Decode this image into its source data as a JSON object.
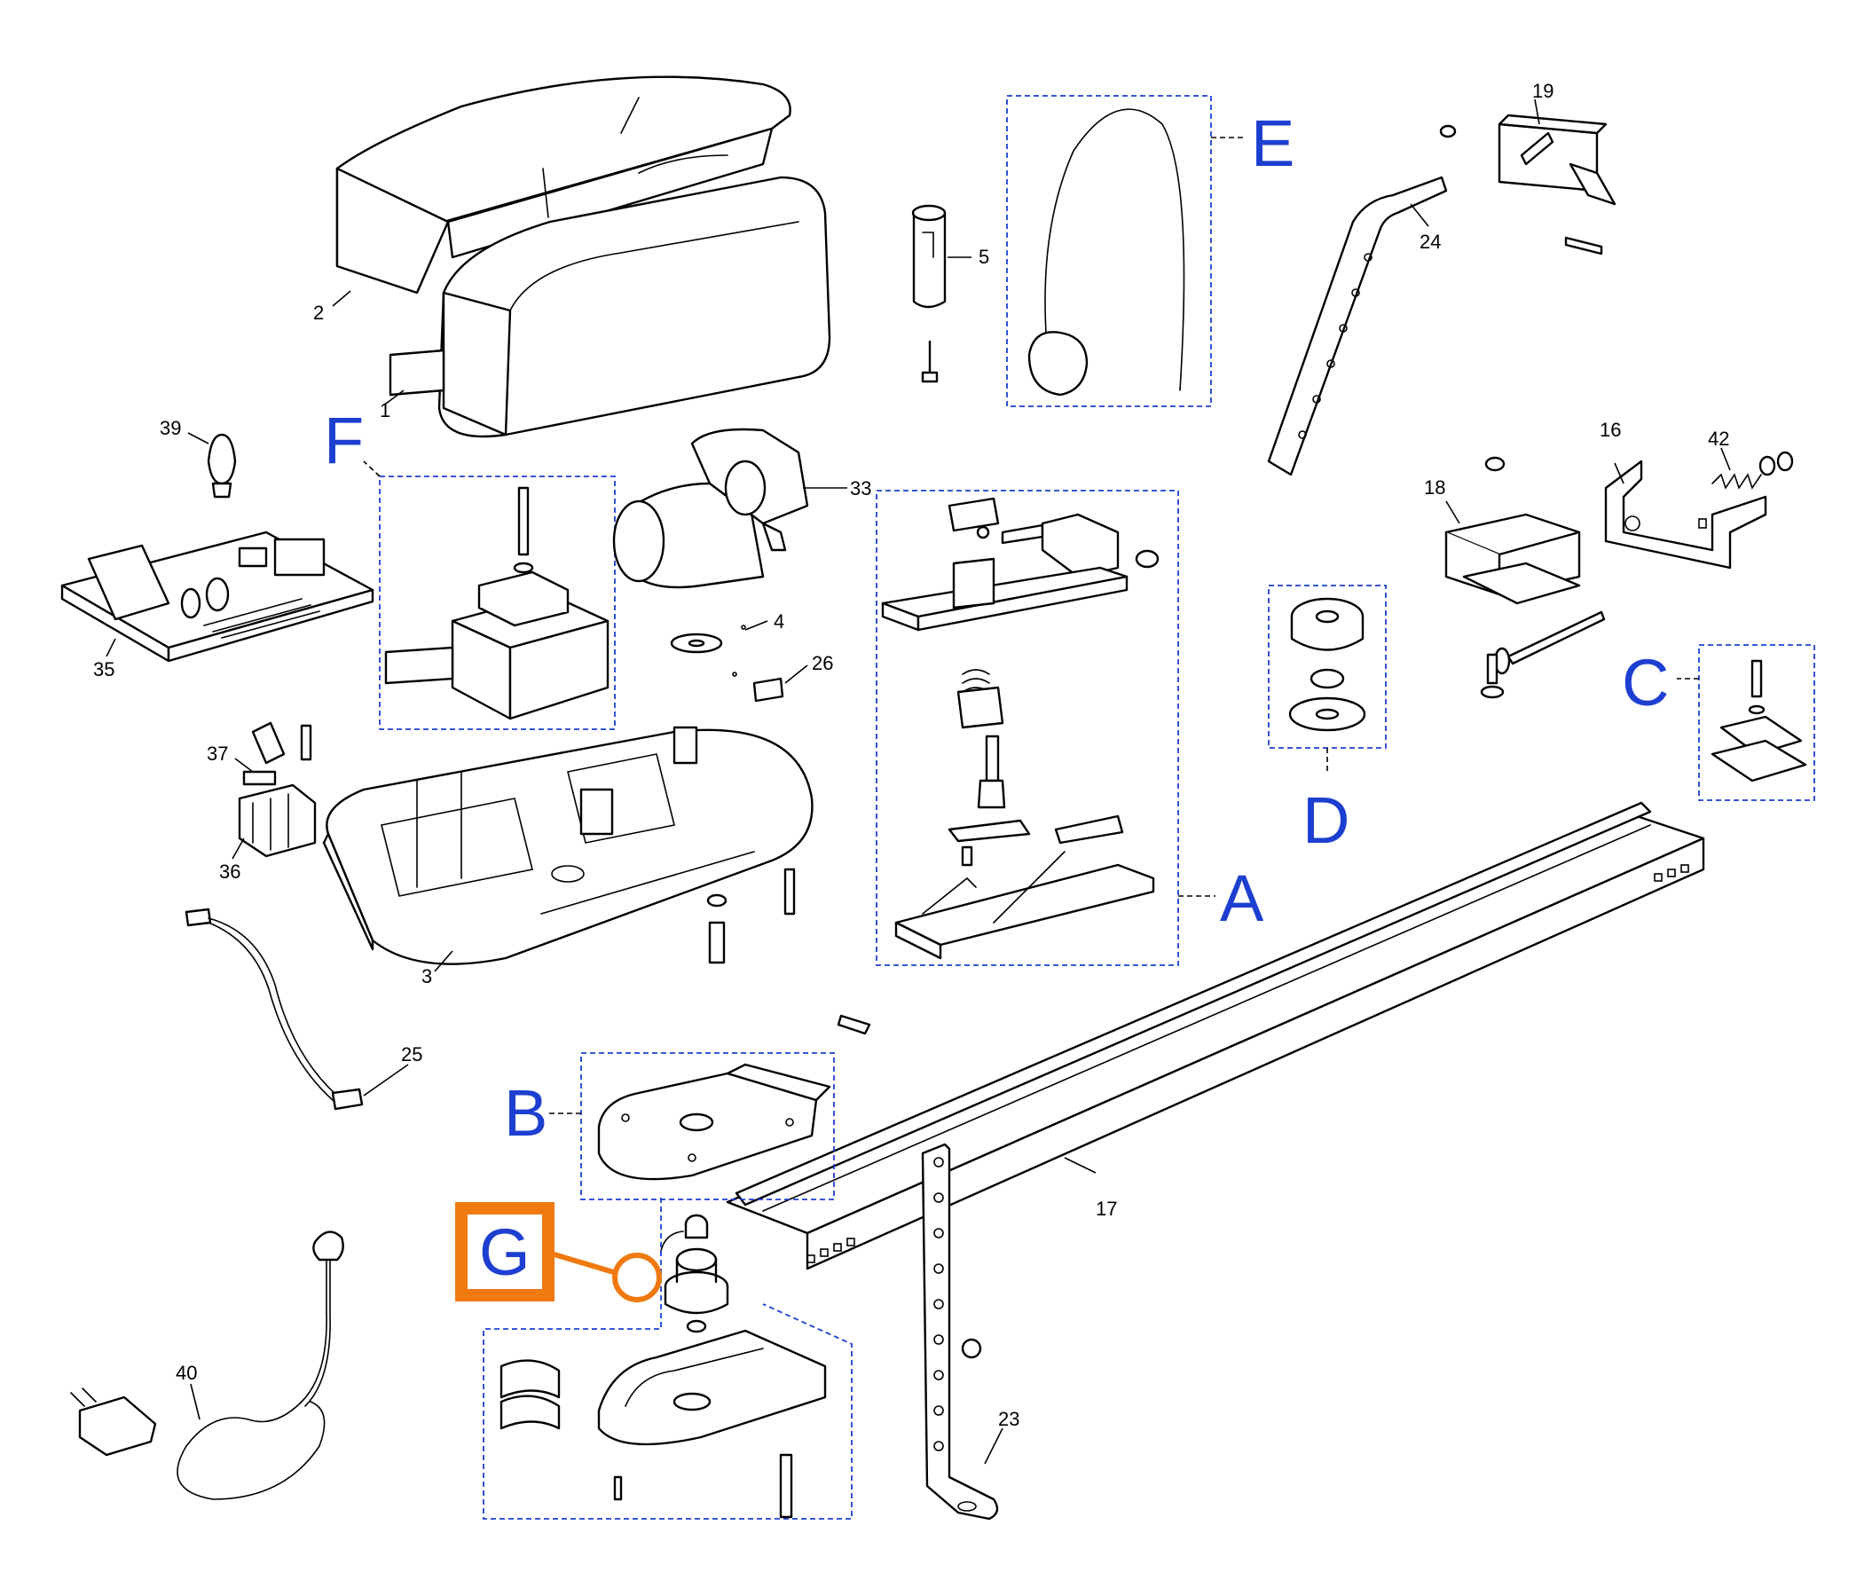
{
  "part_numbers": {
    "p1": "1",
    "p2": "2",
    "p3": "3",
    "p4": "4",
    "p5": "5",
    "p16": "16",
    "p17": "17",
    "p18": "18",
    "p19": "19",
    "p23": "23",
    "p24": "24",
    "p25": "25",
    "p26": "26",
    "p33": "33",
    "p35": "35",
    "p36": "36",
    "p37": "37",
    "p39": "39",
    "p40": "40",
    "p42": "42"
  },
  "groups": {
    "A": "A",
    "B": "B",
    "C": "C",
    "D": "D",
    "E": "E",
    "F": "F",
    "G": "G"
  },
  "colors": {
    "line_art": "#000000",
    "group_outline": "#1d3fd0",
    "highlight": "#f07a10",
    "background": "#ffffff"
  }
}
